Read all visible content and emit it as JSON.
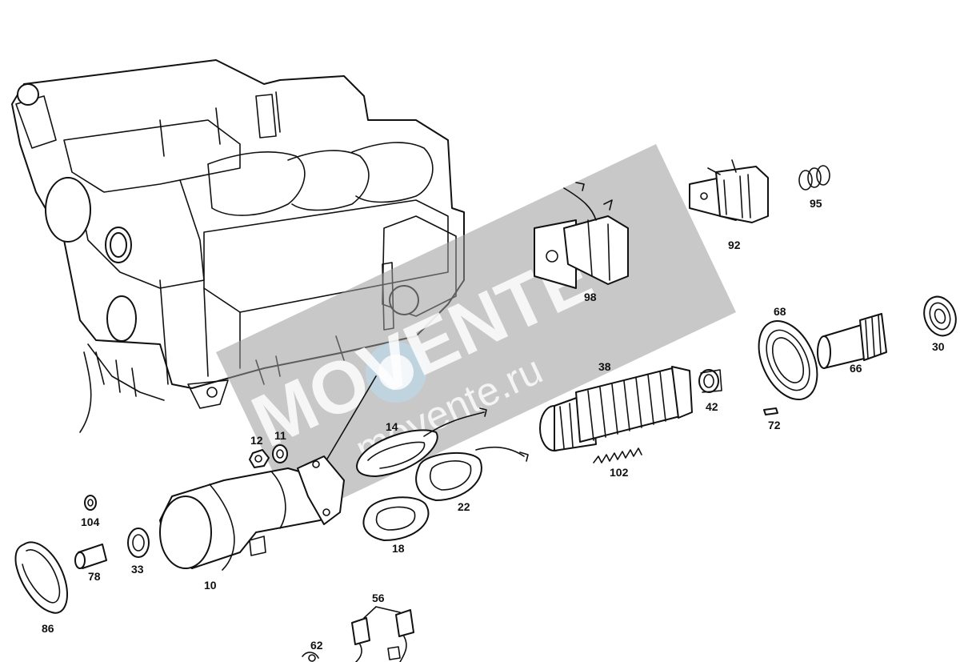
{
  "watermark": {
    "brand": "MOVENTE",
    "site": "movente.ru"
  },
  "parts": [
    {
      "id": "p98",
      "label": "98"
    },
    {
      "id": "p92",
      "label": "92"
    },
    {
      "id": "p95",
      "label": "95"
    },
    {
      "id": "p68",
      "label": "68"
    },
    {
      "id": "p30",
      "label": "30"
    },
    {
      "id": "p66",
      "label": "66"
    },
    {
      "id": "p38",
      "label": "38"
    },
    {
      "id": "p42",
      "label": "42"
    },
    {
      "id": "p72",
      "label": "72"
    },
    {
      "id": "p102",
      "label": "102"
    },
    {
      "id": "p14",
      "label": "14"
    },
    {
      "id": "p22",
      "label": "22"
    },
    {
      "id": "p18",
      "label": "18"
    },
    {
      "id": "p12",
      "label": "12"
    },
    {
      "id": "p11",
      "label": "11"
    },
    {
      "id": "p104",
      "label": "104"
    },
    {
      "id": "p78",
      "label": "78"
    },
    {
      "id": "p33",
      "label": "33"
    },
    {
      "id": "p10",
      "label": "10"
    },
    {
      "id": "p86",
      "label": "86"
    },
    {
      "id": "p56",
      "label": "56"
    },
    {
      "id": "p62",
      "label": "62"
    }
  ]
}
